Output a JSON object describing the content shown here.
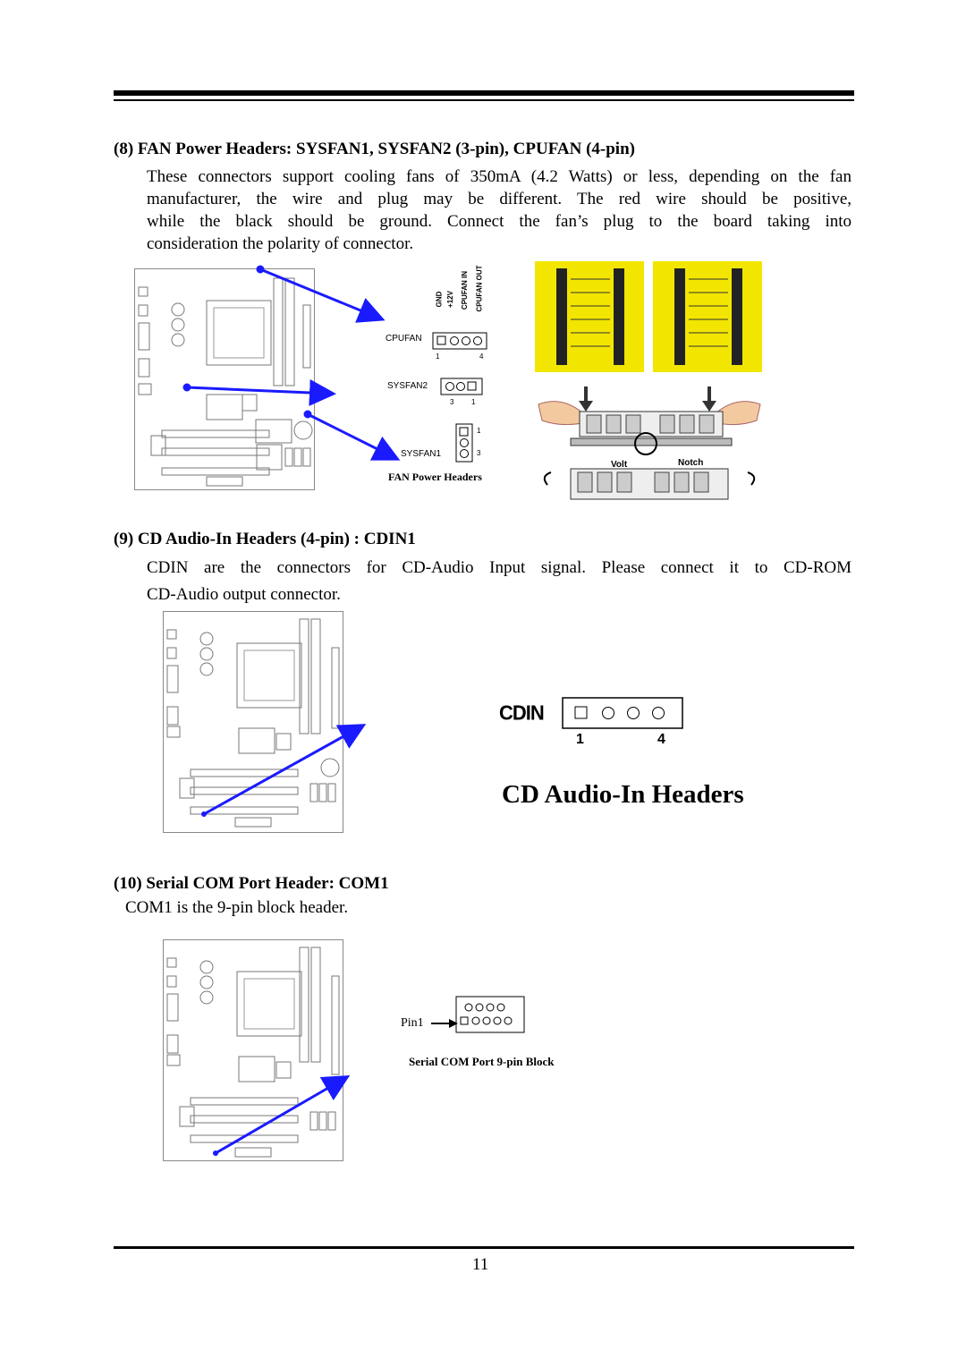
{
  "page_number": "11",
  "sections": {
    "fan": {
      "title": "(8)  FAN Power Headers: SYSFAN1, SYSFAN2 (3-pin), CPUFAN (4-pin)",
      "lines": [
        "These connectors support cooling fans of 350mA (4.2 Watts) or less, depending on the fan",
        "manufacturer, the wire and plug may be different.  The red wire should be positive,",
        "while the black should be ground. Connect the fan’s plug to the board taking into",
        "consideration the polarity of connector."
      ],
      "diagram": {
        "pin_labels": [
          "GND",
          "+12V",
          "CPUFAN IN",
          "CPUFAN OUT"
        ],
        "cpufan_label": "CPUFAN",
        "cpufan_pins": [
          "1",
          "4"
        ],
        "sysfan2_label": "SYSFAN2",
        "sysfan2_pins": [
          "3",
          "1"
        ],
        "sysfan1_label": "SYSFAN1",
        "sysfan1_pins": [
          "1",
          "3"
        ],
        "caption": "FAN Power Headers",
        "ram_labels": [
          "Volt",
          "Notch"
        ]
      }
    },
    "cdin": {
      "title": "(9)  CD Audio-In Headers (4-pin) : CDIN1",
      "lines": [
        "CDIN are the connectors for CD-Audio Input signal. Please connect it to CD-ROM",
        "CD-Audio output connector."
      ],
      "header_label": "CDIN",
      "pins": [
        "1",
        "4"
      ],
      "caption": "CD Audio-In Headers"
    },
    "com": {
      "title": "(10)  Serial COM Port Header: COM1",
      "line": "COM1 is the 9-pin block header.",
      "pin_label": "Pin1",
      "caption": "Serial COM Port 9-pin Block"
    }
  },
  "colors": {
    "arrow": "#1a1aff",
    "ram_yellow": "#f2e600",
    "rule": "#000000"
  }
}
